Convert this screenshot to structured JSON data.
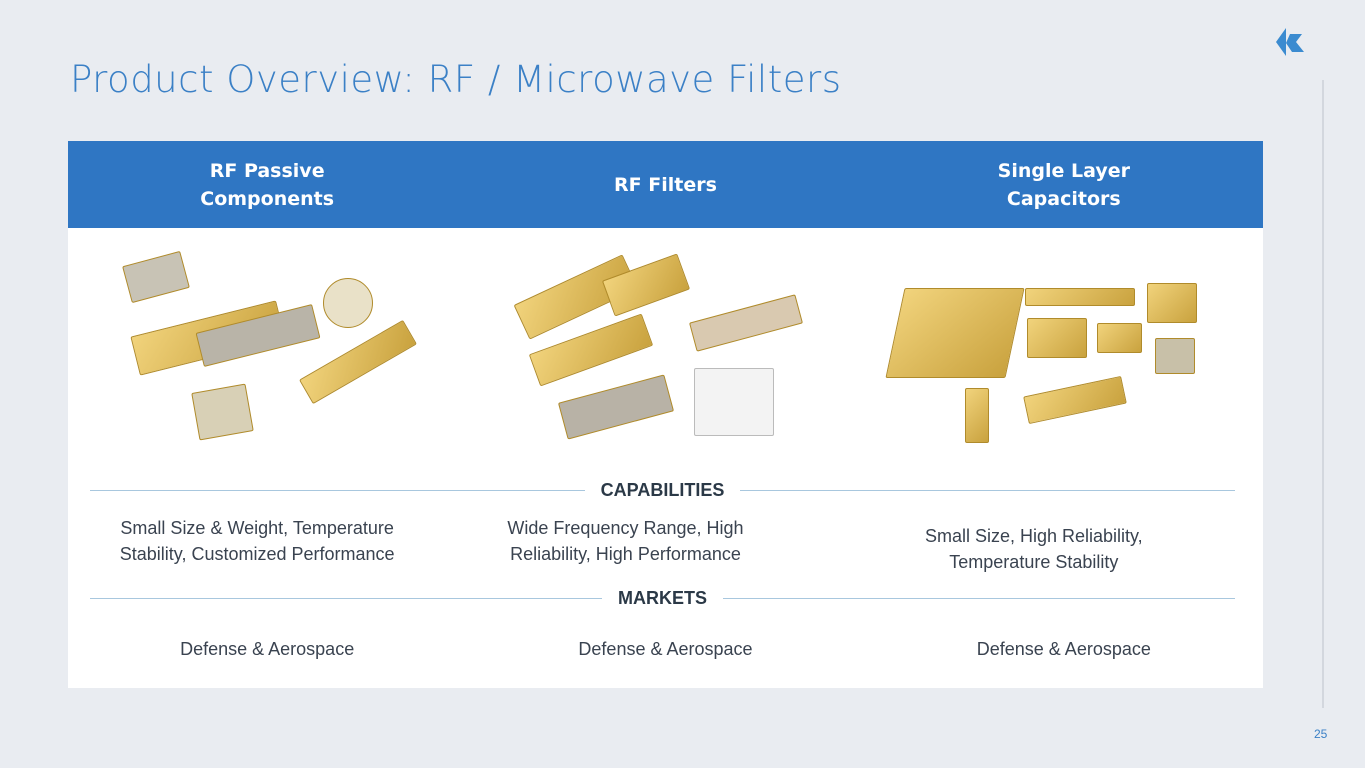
{
  "title": "Product Overview: RF / Microwave Filters",
  "page_number": "25",
  "columns": [
    {
      "header_line1": "RF Passive",
      "header_line2": "Components",
      "capabilities": "Small Size & Weight, Temperature Stability, Customized Performance",
      "market": "Defense & Aerospace"
    },
    {
      "header_line1": "RF Filters",
      "header_line2": "",
      "capabilities": "Wide Frequency Range, High Reliability, High Performance",
      "market": "Defense & Aerospace"
    },
    {
      "header_line1": "Single Layer",
      "header_line2": "Capacitors",
      "capabilities": "Small Size, High Reliability, Temperature Stability",
      "market": "Defense & Aerospace"
    }
  ],
  "sections": {
    "capabilities": "CAPABILITIES",
    "markets": "MARKETS"
  },
  "colors": {
    "accent": "#2f76c3",
    "background": "#e9ecf1"
  }
}
